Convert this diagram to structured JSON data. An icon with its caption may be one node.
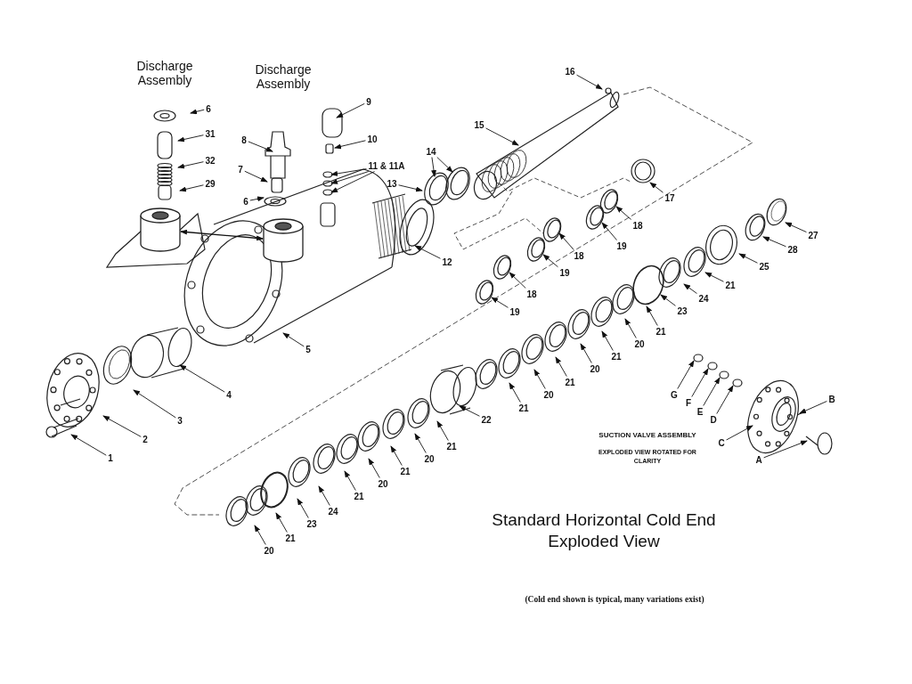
{
  "diagram": {
    "title": "Standard Horizontal Cold End Exploded View",
    "caption": "(Cold end shown is typical, many variations exist)",
    "nodes": [
      {
        "text": [
          "6"
        ]
      },
      {
        "text": [
          "31"
        ]
      },
      {
        "text": [
          "32"
        ]
      },
      {
        "text": [
          "29"
        ]
      },
      {
        "text": [
          "8"
        ]
      },
      {
        "text": [
          "7"
        ]
      },
      {
        "text": [
          "6"
        ]
      },
      {
        "text": [
          "9"
        ]
      },
      {
        "text": [
          "10"
        ]
      },
      {
        "text": [
          "11 & 11A"
        ]
      },
      {
        "text": [
          "16"
        ]
      },
      {
        "text": [
          "15"
        ]
      },
      {
        "text": [
          "14"
        ]
      },
      {
        "text": [
          "13"
        ]
      },
      {
        "text": [
          "12"
        ]
      },
      {
        "text": [
          "17"
        ]
      },
      {
        "text": [
          "18"
        ]
      },
      {
        "text": [
          "19"
        ]
      },
      {
        "text": [
          "18"
        ]
      },
      {
        "text": [
          "19"
        ]
      },
      {
        "text": [
          "18"
        ]
      },
      {
        "text": [
          "19"
        ]
      },
      {
        "text": [
          "27"
        ]
      },
      {
        "text": [
          "28"
        ]
      },
      {
        "text": [
          "25"
        ]
      },
      {
        "text": [
          "21"
        ]
      },
      {
        "text": [
          "24"
        ]
      },
      {
        "text": [
          "23"
        ]
      },
      {
        "text": [
          "21"
        ]
      },
      {
        "text": [
          "20"
        ]
      },
      {
        "text": [
          "21"
        ]
      },
      {
        "text": [
          "20"
        ]
      },
      {
        "text": [
          "21"
        ]
      },
      {
        "text": [
          "20"
        ]
      },
      {
        "text": [
          "21"
        ]
      },
      {
        "text": [
          "22"
        ]
      },
      {
        "text": [
          "21"
        ]
      },
      {
        "text": [
          "20"
        ]
      },
      {
        "text": [
          "21"
        ]
      },
      {
        "text": [
          "20"
        ]
      },
      {
        "text": [
          "21"
        ]
      },
      {
        "text": [
          "24"
        ]
      },
      {
        "text": [
          "23"
        ]
      },
      {
        "text": [
          "21"
        ]
      },
      {
        "text": [
          "20"
        ]
      },
      {
        "text": [
          "5"
        ]
      },
      {
        "text": [
          "4"
        ]
      },
      {
        "text": [
          "3"
        ]
      },
      {
        "text": [
          "2"
        ]
      },
      {
        "text": [
          "1"
        ]
      },
      {
        "text": [
          "G"
        ]
      },
      {
        "text": [
          "F"
        ]
      },
      {
        "text": [
          "E"
        ]
      },
      {
        "text": [
          "D"
        ]
      },
      {
        "text": [
          "C"
        ]
      },
      {
        "text": [
          "B"
        ]
      },
      {
        "text": [
          "A"
        ]
      },
      {
        "text": [],
        "shape": "cylinder"
      },
      {
        "text": [],
        "shape": "cylinder"
      }
    ],
    "edges": [
      {
        "from": 0,
        "to": null,
        "arrow": "to"
      },
      {
        "from": 1,
        "to": null,
        "arrow": "to"
      },
      {
        "from": 2,
        "to": null,
        "arrow": "to"
      },
      {
        "from": 3,
        "to": null,
        "arrow": "to"
      },
      {
        "from": 4,
        "to": null,
        "arrow": "to"
      },
      {
        "from": 5,
        "to": null,
        "arrow": "to"
      },
      {
        "from": 6,
        "to": null,
        "arrow": "to"
      },
      {
        "from": 7,
        "to": null,
        "arrow": "to"
      },
      {
        "from": 8,
        "to": null,
        "arrow": "to"
      },
      {
        "from": 9,
        "to": null,
        "arrow": "to"
      },
      {
        "from": 9,
        "to": null,
        "arrow": "to"
      },
      {
        "from": 9,
        "to": null,
        "arrow": "to"
      },
      {
        "from": 10,
        "to": null,
        "arrow": "to"
      },
      {
        "from": 11,
        "to": null,
        "arrow": "to"
      },
      {
        "from": 12,
        "to": null,
        "arrow": "to"
      },
      {
        "from": 12,
        "to": null,
        "arrow": "to"
      },
      {
        "from": 13,
        "to": null,
        "arrow": "to"
      },
      {
        "from": 14,
        "to": null,
        "arrow": "to"
      },
      {
        "from": 15,
        "to": null,
        "arrow": "to"
      },
      {
        "from": 16,
        "to": null,
        "arrow": "to"
      },
      {
        "from": 17,
        "to": null,
        "arrow": "to"
      },
      {
        "from": 18,
        "to": null,
        "arrow": "to"
      },
      {
        "from": 19,
        "to": null,
        "arrow": "to"
      },
      {
        "from": 20,
        "to": null,
        "arrow": "to"
      },
      {
        "from": 21,
        "to": null,
        "arrow": "to"
      },
      {
        "from": 22,
        "to": null,
        "arrow": "to"
      },
      {
        "from": 23,
        "to": null,
        "arrow": "to"
      },
      {
        "from": 24,
        "to": null,
        "arrow": "to"
      },
      {
        "from": 25,
        "to": null,
        "arrow": "to"
      },
      {
        "from": 26,
        "to": null,
        "arrow": "to"
      },
      {
        "from": 27,
        "to": null,
        "arrow": "to"
      },
      {
        "from": 28,
        "to": null,
        "arrow": "to"
      },
      {
        "from": 29,
        "to": null,
        "arrow": "to"
      },
      {
        "from": 30,
        "to": null,
        "arrow": "to"
      },
      {
        "from": 31,
        "to": null,
        "arrow": "to"
      },
      {
        "from": 32,
        "to": null,
        "arrow": "to"
      },
      {
        "from": 33,
        "to": null,
        "arrow": "to"
      },
      {
        "from": 34,
        "to": null,
        "arrow": "to"
      },
      {
        "from": 35,
        "to": null,
        "arrow": "to"
      },
      {
        "from": 36,
        "to": null,
        "arrow": "to"
      },
      {
        "from": 37,
        "to": null,
        "arrow": "to"
      },
      {
        "from": 38,
        "to": null,
        "arrow": "to"
      },
      {
        "from": 39,
        "to": null,
        "arrow": "to"
      },
      {
        "from": 40,
        "to": null,
        "arrow": "to"
      },
      {
        "from": 41,
        "to": null,
        "arrow": "to"
      },
      {
        "from": 42,
        "to": null,
        "arrow": "to"
      },
      {
        "from": 43,
        "to": null,
        "arrow": "to"
      },
      {
        "from": 44,
        "to": null,
        "arrow": "to"
      },
      {
        "from": 45,
        "to": null,
        "arrow": "to"
      },
      {
        "from": 46,
        "to": null,
        "arrow": "to"
      },
      {
        "from": 47,
        "to": null,
        "arrow": "to"
      },
      {
        "from": 48,
        "to": null,
        "arrow": "to"
      },
      {
        "from": 49,
        "to": null,
        "arrow": "to"
      },
      {
        "from": 50,
        "to": null,
        "arrow": "to"
      },
      {
        "from": 51,
        "to": null,
        "arrow": "to"
      },
      {
        "from": 52,
        "to": null,
        "arrow": "to"
      },
      {
        "from": 53,
        "to": null,
        "arrow": "to"
      },
      {
        "from": 54,
        "to": null,
        "arrow": "to"
      },
      {
        "from": 55,
        "to": null,
        "arrow": "to"
      },
      {
        "from": 56,
        "to": null,
        "arrow": "to"
      },
      {
        "from": 57,
        "to": 58,
        "arrow": "both"
      }
    ],
    "labels": [
      "Discharge Assembly",
      "Discharge Assembly",
      "SUCTION VALVE ASSEMBLY",
      "EXPLODED VIEW ROTATED FOR CLARITY"
    ]
  }
}
